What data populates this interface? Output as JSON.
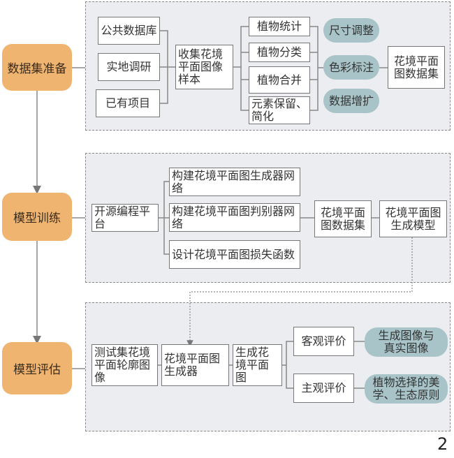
{
  "stages": [
    "数据集准备",
    "模型训练",
    "模型评估"
  ],
  "prep": {
    "sources": [
      "公共数据库",
      "实地调研",
      "已有项目"
    ],
    "collect": "收集花境平面图像样本",
    "process": [
      "植物统计",
      "植物分类",
      "植物合并",
      "元素保留、简化"
    ],
    "augment": [
      "尺寸调整",
      "色彩标注",
      "数据增扩"
    ],
    "dataset": "花境平面图数据集"
  },
  "train": {
    "platform": "开源编程平台",
    "steps": [
      "构建花境平面图生成器网络",
      "构建花境平面图判别器网络",
      "设计花境平面图损失函数"
    ],
    "dataset": "花境平面图数据集",
    "model": "花境平面图生成模型"
  },
  "eval": {
    "input": "测试集花境平面轮廓图像",
    "generator": "花境平面图生成器",
    "output": "生成花境平面图",
    "methods": [
      "客观评价",
      "主观评价"
    ],
    "criteria": [
      "生成图像与真实图像",
      "植物选择的美学、生态原则"
    ]
  },
  "figure_number": "2"
}
